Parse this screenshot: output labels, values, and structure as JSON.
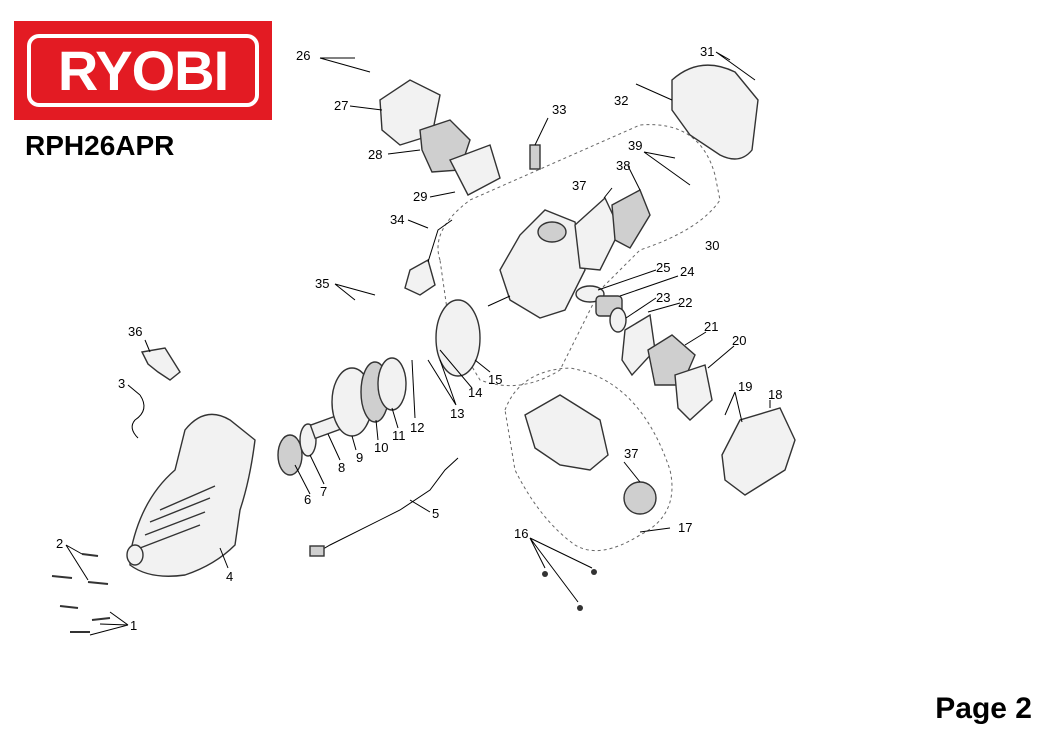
{
  "brand": {
    "logo_text": "RYOBI",
    "color": "#e31b23"
  },
  "model": "RPH26APR",
  "page_label": "Page 2",
  "callouts": [
    {
      "id": "1",
      "label": "1"
    },
    {
      "id": "2",
      "label": "2"
    },
    {
      "id": "3",
      "label": "3"
    },
    {
      "id": "4",
      "label": "4"
    },
    {
      "id": "5",
      "label": "5"
    },
    {
      "id": "6",
      "label": "6"
    },
    {
      "id": "7",
      "label": "7"
    },
    {
      "id": "8",
      "label": "8"
    },
    {
      "id": "9",
      "label": "9"
    },
    {
      "id": "10",
      "label": "10"
    },
    {
      "id": "11",
      "label": "11"
    },
    {
      "id": "12",
      "label": "12"
    },
    {
      "id": "13",
      "label": "13"
    },
    {
      "id": "14",
      "label": "14"
    },
    {
      "id": "15",
      "label": "15"
    },
    {
      "id": "16",
      "label": "16"
    },
    {
      "id": "17",
      "label": "17"
    },
    {
      "id": "18",
      "label": "18"
    },
    {
      "id": "19",
      "label": "19"
    },
    {
      "id": "20",
      "label": "20"
    },
    {
      "id": "21",
      "label": "21"
    },
    {
      "id": "22",
      "label": "22"
    },
    {
      "id": "23",
      "label": "23"
    },
    {
      "id": "24",
      "label": "24"
    },
    {
      "id": "25",
      "label": "25"
    },
    {
      "id": "26",
      "label": "26"
    },
    {
      "id": "27",
      "label": "27"
    },
    {
      "id": "28",
      "label": "28"
    },
    {
      "id": "29",
      "label": "29"
    },
    {
      "id": "30",
      "label": "30"
    },
    {
      "id": "31",
      "label": "31"
    },
    {
      "id": "32",
      "label": "32"
    },
    {
      "id": "33",
      "label": "33"
    },
    {
      "id": "34",
      "label": "34"
    },
    {
      "id": "35",
      "label": "35"
    },
    {
      "id": "36",
      "label": "36"
    },
    {
      "id": "37a",
      "label": "37"
    },
    {
      "id": "37b",
      "label": "37"
    },
    {
      "id": "38",
      "label": "38"
    },
    {
      "id": "39",
      "label": "39"
    }
  ]
}
